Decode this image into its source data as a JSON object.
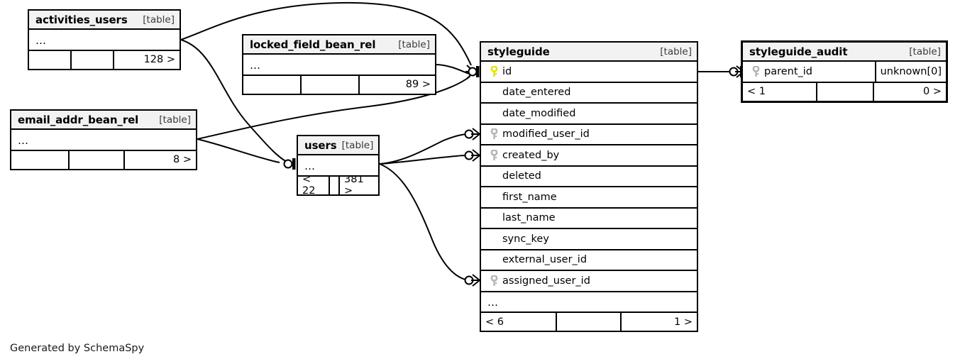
{
  "diagram": {
    "caption": "Generated by SchemaSpy",
    "table_tag": "[table]",
    "ellipsis": "…",
    "colors": {
      "primary_key": "#e3e300",
      "foreign_key": "#b5b5b5",
      "header_bg": "#f2f2f2",
      "border": "#000000",
      "background": "#ffffff"
    }
  },
  "tables": [
    {
      "id": "activities_users",
      "name": "activities_users",
      "tag": "[table]",
      "rows": [
        {
          "key": "none",
          "name": "…",
          "type": ""
        }
      ],
      "footer": [
        "",
        "",
        "128 >"
      ]
    },
    {
      "id": "locked_field_bean_rel",
      "name": "locked_field_bean_rel",
      "tag": "[table]",
      "rows": [
        {
          "key": "none",
          "name": "…",
          "type": ""
        }
      ],
      "footer": [
        "",
        "",
        "89 >"
      ]
    },
    {
      "id": "email_addr_bean_rel",
      "name": "email_addr_bean_rel",
      "tag": "[table]",
      "rows": [
        {
          "key": "none",
          "name": "…",
          "type": ""
        }
      ],
      "footer": [
        "",
        "",
        "8 >"
      ]
    },
    {
      "id": "users",
      "name": "users",
      "tag": "[table]",
      "rows": [
        {
          "key": "none",
          "name": "…",
          "type": ""
        }
      ],
      "footer": [
        "< 22",
        "",
        "381 >"
      ]
    },
    {
      "id": "styleguide",
      "name": "styleguide",
      "tag": "[table]",
      "rows": [
        {
          "key": "primary",
          "name": "id",
          "type": ""
        },
        {
          "key": "none",
          "name": "date_entered",
          "type": ""
        },
        {
          "key": "none",
          "name": "date_modified",
          "type": ""
        },
        {
          "key": "foreign",
          "name": "modified_user_id",
          "type": ""
        },
        {
          "key": "foreign",
          "name": "created_by",
          "type": ""
        },
        {
          "key": "none",
          "name": "deleted",
          "type": ""
        },
        {
          "key": "none",
          "name": "first_name",
          "type": ""
        },
        {
          "key": "none",
          "name": "last_name",
          "type": ""
        },
        {
          "key": "none",
          "name": "sync_key",
          "type": ""
        },
        {
          "key": "none",
          "name": "external_user_id",
          "type": ""
        },
        {
          "key": "foreign",
          "name": "assigned_user_id",
          "type": ""
        },
        {
          "key": "none",
          "name": "…",
          "type": ""
        }
      ],
      "footer": [
        "< 6",
        "",
        "1 >"
      ]
    },
    {
      "id": "styleguide_audit",
      "name": "styleguide_audit",
      "tag": "[table]",
      "rows": [
        {
          "key": "foreign",
          "name": "parent_id",
          "type": "unknown[0]"
        }
      ],
      "footer": [
        "< 1",
        "",
        "0 >"
      ]
    }
  ],
  "relationships": [
    {
      "from": "activities_users",
      "to": "styleguide.id"
    },
    {
      "from": "activities_users",
      "to": "users"
    },
    {
      "from": "locked_field_bean_rel",
      "to": "styleguide.id"
    },
    {
      "from": "email_addr_bean_rel",
      "to": "styleguide.id"
    },
    {
      "from": "email_addr_bean_rel",
      "to": "users"
    },
    {
      "from": "users",
      "to": "styleguide.modified_user_id"
    },
    {
      "from": "users",
      "to": "styleguide.created_by"
    },
    {
      "from": "users",
      "to": "styleguide.assigned_user_id"
    },
    {
      "from": "styleguide.id",
      "to": "styleguide_audit.parent_id"
    }
  ]
}
